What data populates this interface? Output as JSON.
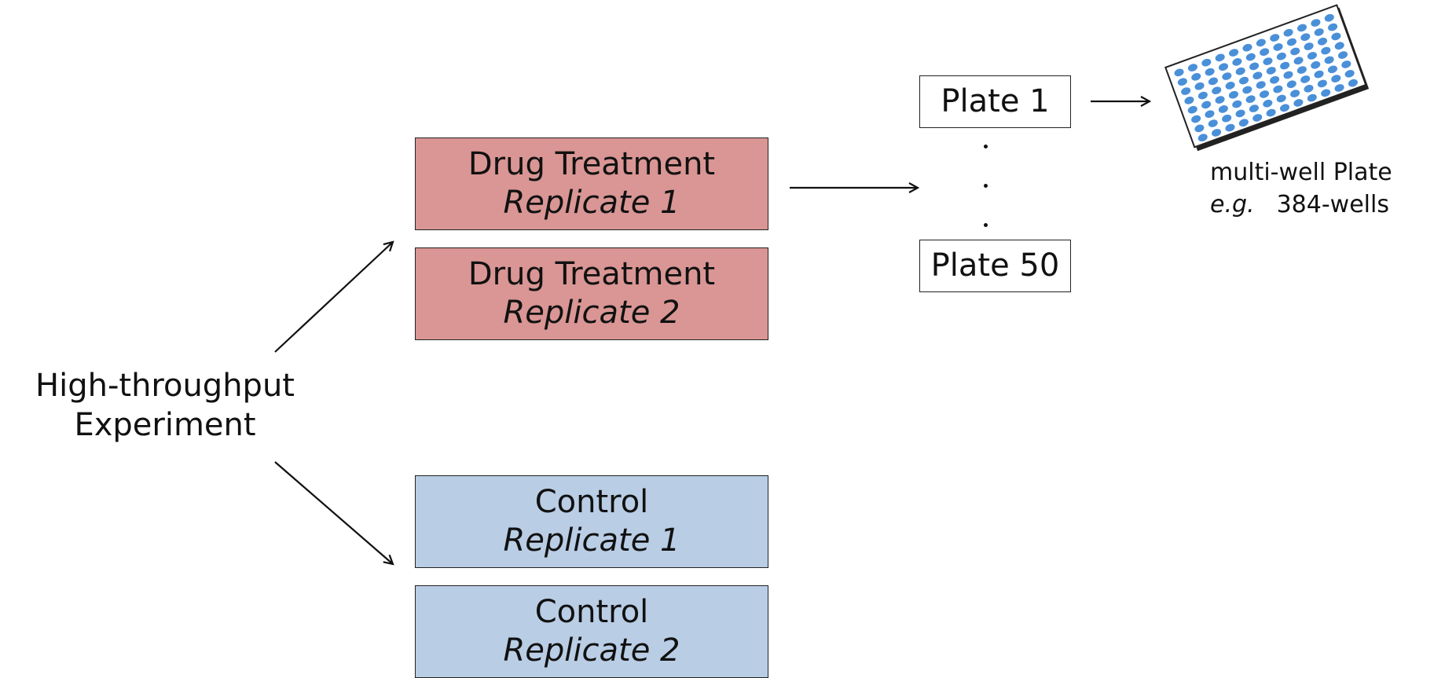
{
  "source": {
    "line1": "High-throughput",
    "line2": "Experiment"
  },
  "groups": [
    {
      "title": "Drug Treatment",
      "replicate": "Replicate 1"
    },
    {
      "title": "Drug Treatment",
      "replicate": "Replicate 2"
    },
    {
      "title": "Control",
      "replicate": "Replicate 1"
    },
    {
      "title": "Control",
      "replicate": "Replicate 2"
    }
  ],
  "plates": {
    "first": "Plate 1",
    "last": "Plate 50"
  },
  "well_plate": {
    "caption_line1": "multi-well Plate",
    "caption_eg": "e.g.",
    "caption_wells": "384-wells"
  },
  "colors": {
    "drug_fill": "#d99694",
    "control_fill": "#b9cde5",
    "well_dot": "#4a90d9",
    "plate_border": "#222222"
  }
}
